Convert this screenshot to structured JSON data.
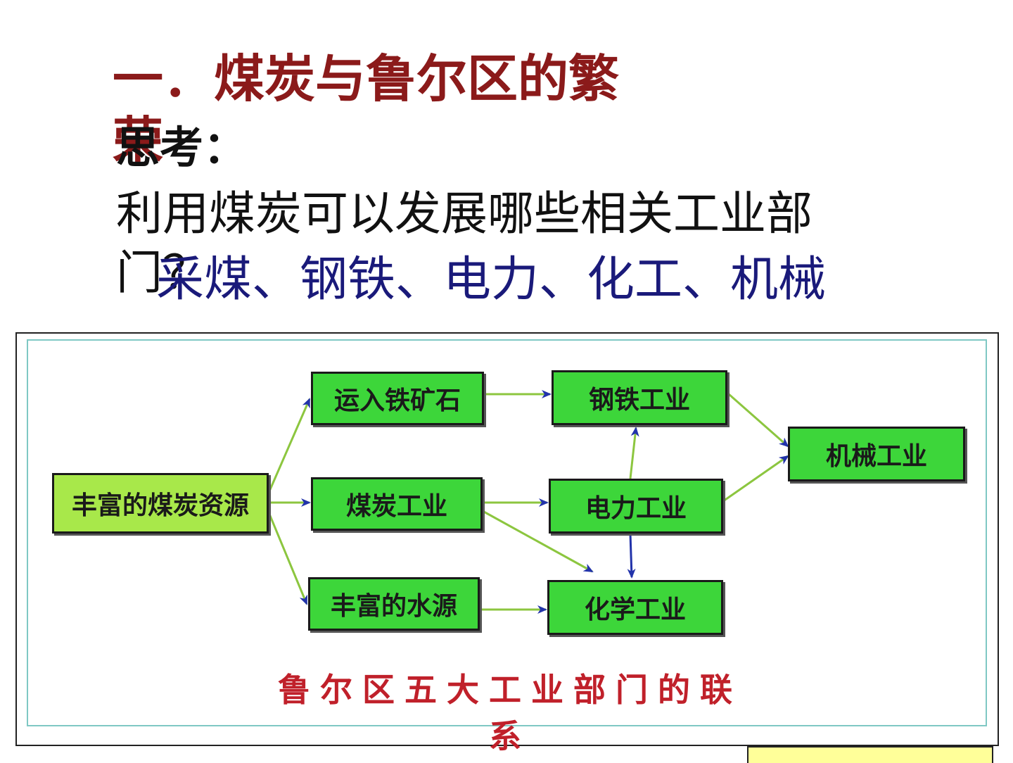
{
  "title": "一．煤炭与鲁尔区的繁荣",
  "think_label": "思考：",
  "question": "利用煤炭可以发展哪些相关工业部门？",
  "answer": "采煤、钢铁、电力、化工、机械",
  "diagram": {
    "nodes": {
      "coal_resources": "丰富的煤炭资源",
      "iron_ore": "运入铁矿石",
      "coal_industry": "煤炭工业",
      "water": "丰富的水源",
      "steel": "钢铁工业",
      "power": "电力工业",
      "chemical": "化学工业",
      "machinery": "机械工业"
    },
    "edges": [
      [
        "coal_resources",
        "iron_ore"
      ],
      [
        "coal_resources",
        "coal_industry"
      ],
      [
        "coal_resources",
        "water"
      ],
      [
        "iron_ore",
        "steel"
      ],
      [
        "coal_industry",
        "power"
      ],
      [
        "coal_industry",
        "chemical"
      ],
      [
        "water",
        "chemical"
      ],
      [
        "power",
        "steel"
      ],
      [
        "power",
        "chemical"
      ],
      [
        "steel",
        "machinery"
      ],
      [
        "power",
        "machinery"
      ]
    ],
    "caption": "鲁尔区五大工业部门的联系"
  },
  "colors": {
    "title": "#8b1a1a",
    "answer": "#1a1a7a",
    "box": "#3dd63a",
    "source_box": "#a8e84a",
    "arrow": "#8cc63f",
    "caption": "#c0202a"
  }
}
